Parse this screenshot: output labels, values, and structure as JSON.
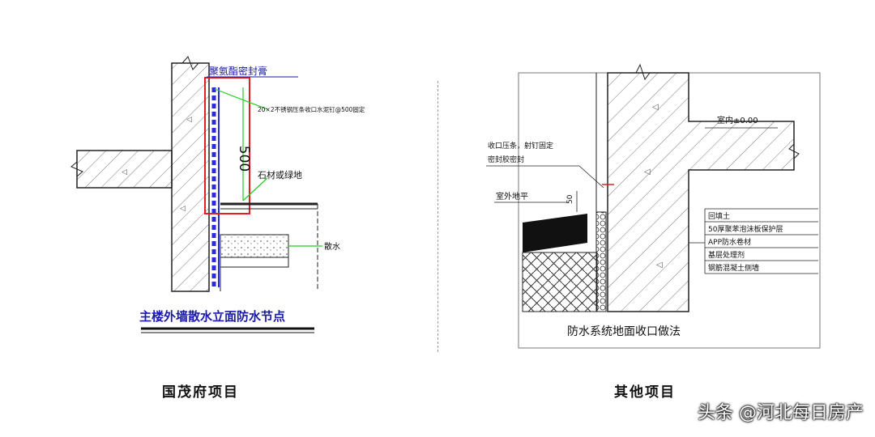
{
  "left": {
    "label_sealant": "聚氨酯密封膏",
    "label_dim": "500",
    "label_strip": "20×2不锈钢压条收口水泥钉@500固定",
    "label_stone": "石材或绿地",
    "label_apron": "散水",
    "title": "主楼外墙散水立面防水节点",
    "caption": "国茂府项目"
  },
  "right": {
    "label_indoor": "室内±0.00",
    "label_strip": "收口压条，射钉固定",
    "label_seal": "密封胶密封",
    "label_outdoor": "室外地平",
    "label_dim": "50",
    "layers": [
      "回填土",
      "50厚聚苯泡沫板保护层",
      "APP防水卷材",
      "基层处理剂",
      "钢筋混凝土侧墙"
    ],
    "title": "防水系统地面收口做法",
    "caption": "其他项目"
  },
  "watermark": "头条 @河北每日房产",
  "colors": {
    "red_box": "#e02020",
    "blue_membrane": "#2a2adf",
    "green_leader": "#22cc22",
    "title_blue": "#1a1aa8"
  }
}
